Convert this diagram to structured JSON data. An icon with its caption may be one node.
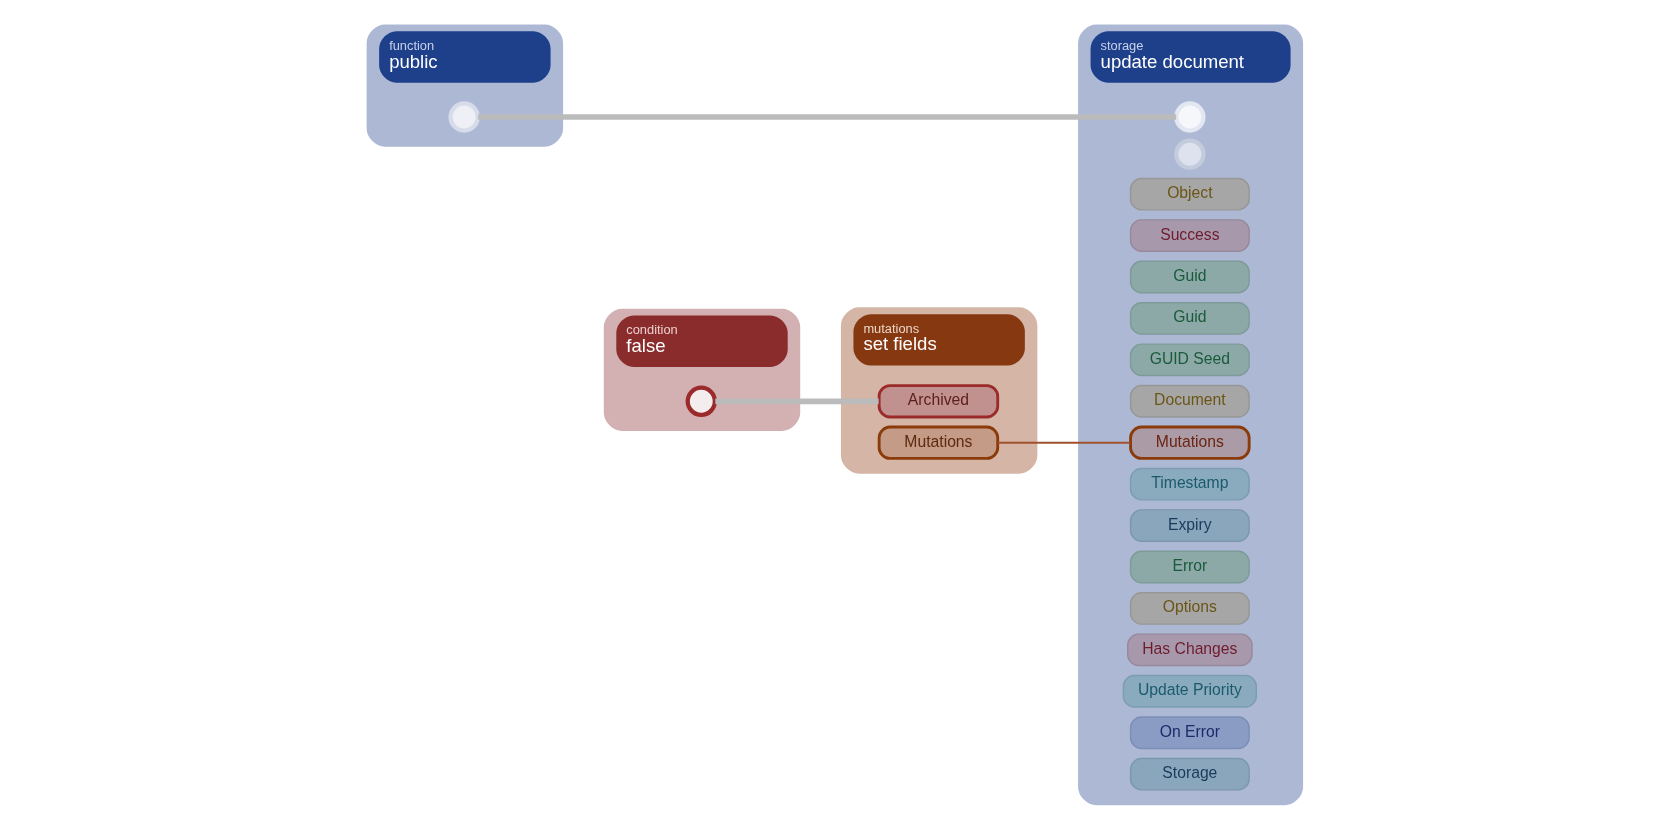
{
  "diagram": {
    "nodes": [
      {
        "text": [
          "function",
          "public"
        ]
      },
      {
        "text": [],
        "shape": "circle",
        "in": 0
      },
      {
        "text": [
          "condition",
          "false"
        ]
      },
      {
        "text": [],
        "shape": "circle",
        "in": 2
      },
      {
        "text": [
          "mutations",
          "set fields"
        ]
      },
      {
        "text": [
          "Archived"
        ],
        "in": 4
      },
      {
        "text": [
          "Mutations"
        ],
        "in": 4
      },
      {
        "text": [
          "storage",
          "update document"
        ]
      },
      {
        "text": [],
        "shape": "circle",
        "in": 7
      },
      {
        "text": [],
        "shape": "circle",
        "in": 7
      },
      {
        "text": [
          "Object"
        ],
        "in": 7
      },
      {
        "text": [
          "Success"
        ],
        "in": 7
      },
      {
        "text": [
          "Guid"
        ],
        "in": 7
      },
      {
        "text": [
          "Guid"
        ],
        "in": 7
      },
      {
        "text": [
          "GUID Seed"
        ],
        "in": 7
      },
      {
        "text": [
          "Document"
        ],
        "in": 7
      },
      {
        "text": [
          "Mutations"
        ],
        "in": 7
      },
      {
        "text": [
          "Timestamp"
        ],
        "in": 7
      },
      {
        "text": [
          "Expiry"
        ],
        "in": 7
      },
      {
        "text": [
          "Error"
        ],
        "in": 7
      },
      {
        "text": [
          "Options"
        ],
        "in": 7
      },
      {
        "text": [
          "Has Changes"
        ],
        "in": 7
      },
      {
        "text": [
          "Update Priority"
        ],
        "in": 7
      },
      {
        "text": [
          "On Error"
        ],
        "in": 7
      },
      {
        "text": [
          "Storage"
        ],
        "in": 7
      }
    ],
    "edges": [
      {
        "from": 1,
        "to": 8,
        "arrow": "none"
      },
      {
        "from": 3,
        "to": 5,
        "arrow": "none"
      },
      {
        "from": 6,
        "to": 16,
        "arrow": "none",
        "color": "#a0522d"
      }
    ]
  }
}
